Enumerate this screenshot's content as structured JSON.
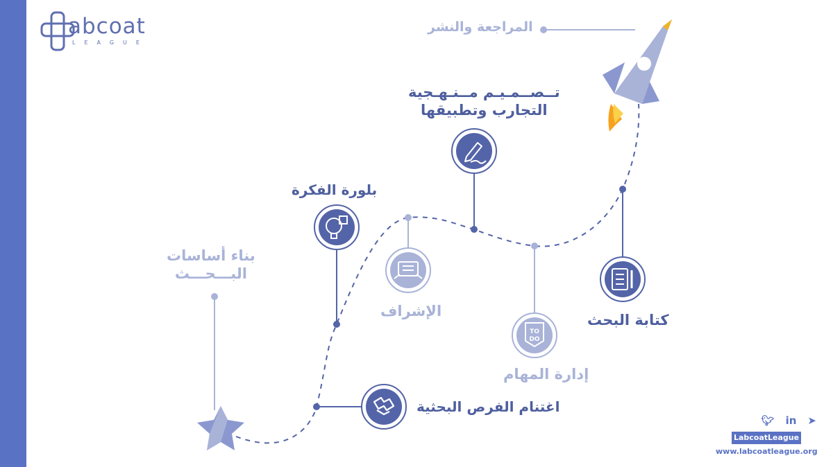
{
  "brand": {
    "wordmark": "abcoat",
    "subline": "LEAGUE",
    "handle": "LabcoatLeague",
    "website": "www.labcoatleague.org",
    "social_icons": [
      "twitter-icon",
      "linkedin-icon",
      "telegram-icon"
    ]
  },
  "colors": {
    "sidebar": "#5a72c4",
    "dark_text": "#4e5f9e",
    "light_text": "#a9b3d8",
    "dark_node": "#5464a8",
    "light_node": "#a9b3d8"
  },
  "steps": {
    "foundations": {
      "line1": "بناء أساسات",
      "line2": "البـــحـــث"
    },
    "opportunities": {
      "title": "اغتنام الفرص البحثية"
    },
    "idea": {
      "title": "بلورة الفكرة"
    },
    "supervision": {
      "title": "الإشراف"
    },
    "design": {
      "line1": "تــصــمـيـم مــنـهـجية",
      "line2": "التجارب وتطبيقها"
    },
    "tasks": {
      "title": "إدارة المهام",
      "todo_top": "TO",
      "todo_bottom": "DO"
    },
    "writing": {
      "title": "كتابة البحث"
    },
    "review": {
      "title": "المراجعة والنشر"
    }
  }
}
